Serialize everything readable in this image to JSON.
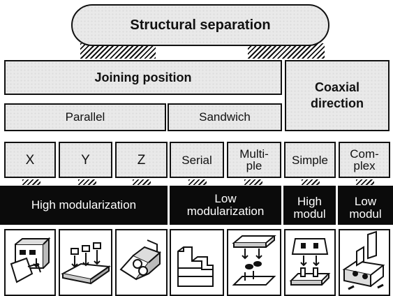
{
  "title": "Structural separation",
  "joining_position": "Joining position",
  "coaxial_direction": "Coaxial direction",
  "parallel": "Parallel",
  "sandwich": "Sandwich",
  "types": [
    {
      "label": "X",
      "icon": "rod-bracket-icon"
    },
    {
      "label": "Y",
      "icon": "pins-on-plate-icon"
    },
    {
      "label": "Z",
      "icon": "angled-block-icon"
    },
    {
      "label": "Serial",
      "icon": "stacked-steps-icon"
    },
    {
      "label": "Multi-\nple",
      "icon": "sandwich-press-icon"
    },
    {
      "label": "Simple",
      "icon": "simple-coaxial-icon"
    },
    {
      "label": "Com-\nplex",
      "icon": "complex-coaxial-icon"
    }
  ],
  "modularization": {
    "high": "High modularization",
    "low": "Low\nmodularization",
    "high_short": "High\nmodul",
    "low_short": "Low\nmodul"
  },
  "colors": {
    "dark": "#0b0b0b",
    "panel": "#e9e9e9",
    "ink": "#111111"
  }
}
